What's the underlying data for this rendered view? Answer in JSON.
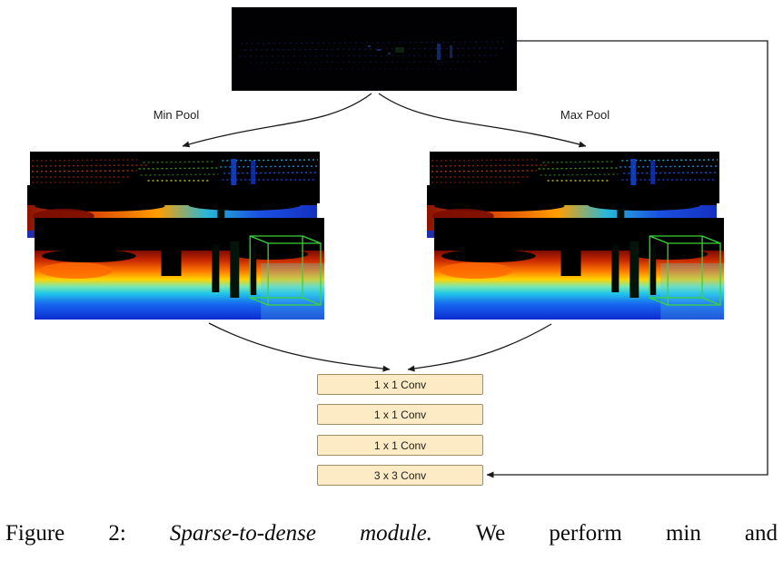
{
  "figure": {
    "pool_labels": {
      "min": "Min Pool",
      "max": "Max Pool"
    },
    "conv_blocks": [
      {
        "label": "1 x 1 Conv"
      },
      {
        "label": "1 x 1 Conv"
      },
      {
        "label": "1 x 1 Conv"
      },
      {
        "label": "3 x 3 Conv"
      }
    ],
    "images": {
      "input": "sparse-depth-map",
      "left_stack": [
        "sparse-colored-depth",
        "medium-density-depth",
        "dense-depth-with-roi-box"
      ],
      "right_stack": [
        "sparse-colored-depth",
        "medium-density-depth",
        "dense-depth-with-roi-box"
      ]
    },
    "colors": {
      "conv_fill": "#fcebc5",
      "conv_border": "#9e8e63",
      "arrow": "#1a1a1a",
      "roi_wireframe_green": "#3ad43a"
    }
  },
  "caption": {
    "figure_label": "Figure 2:",
    "italic_title": "Sparse-to-dense module.",
    "text": "We perform min and"
  }
}
